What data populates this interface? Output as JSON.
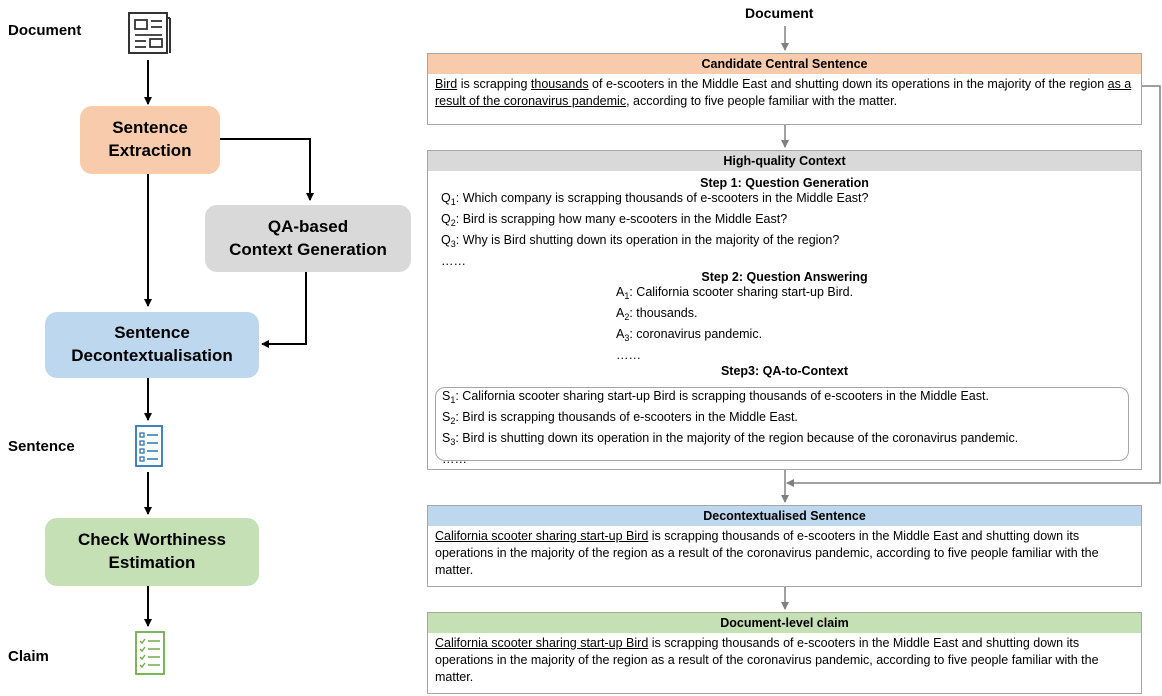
{
  "left_flow": {
    "document_label": "Document",
    "sentence_label": "Sentence",
    "claim_label": "Claim",
    "boxes": {
      "extraction": [
        "Sentence",
        "Extraction"
      ],
      "qa": [
        "QA-based",
        "Context Generation"
      ],
      "decontext": [
        "Sentence",
        "Decontextualisation"
      ],
      "check": [
        "Check Worthiness",
        "Estimation"
      ]
    },
    "colors": {
      "extraction": "#f8cbad",
      "qa": "#d9d9d9",
      "decontext": "#bdd7ee",
      "check": "#c5e0b4"
    }
  },
  "right_flow": {
    "document_label": "Document",
    "candidate": {
      "header": "Candidate Central Sentence",
      "t1": "Bird",
      "t2": " is scrapping ",
      "t3": "thousands",
      "t4": " of e-scooters in the Middle East and shutting down its operations in the majority of the region ",
      "t5": "as a result of the coronavirus pandemic",
      "t6": ", according to five people familiar with the matter."
    },
    "context": {
      "header": "High-quality Context",
      "step1_title": "Step 1: Question Generation",
      "questions": [
        {
          "prefix": "Q",
          "sub": "1",
          "text": ": Which company is scrapping thousands of e-scooters in the Middle East?"
        },
        {
          "prefix": "Q",
          "sub": "2",
          "text": ": Bird is scrapping how many e-scooters in the Middle East?"
        },
        {
          "prefix": "Q",
          "sub": "3",
          "text": ": Why is Bird shutting down its operation in the majority of the region?"
        }
      ],
      "q_ellipsis": "……",
      "step2_title": "Step 2: Question Answering",
      "answers": [
        {
          "prefix": "A",
          "sub": "1",
          "text": ": California scooter sharing start-up Bird."
        },
        {
          "prefix": "A",
          "sub": "2",
          "text": ": thousands."
        },
        {
          "prefix": "A",
          "sub": "3",
          "text": ": coronavirus pandemic."
        }
      ],
      "a_ellipsis": "……",
      "step3_title": "Step3: QA-to-Context",
      "statements": [
        {
          "prefix": "S",
          "sub": "1",
          "text": ": California scooter sharing start-up Bird is scrapping thousands of e-scooters in the Middle East."
        },
        {
          "prefix": "S",
          "sub": "2",
          "text": ": Bird is scrapping thousands of e-scooters in the Middle East."
        },
        {
          "prefix": "S",
          "sub": "3",
          "text": ": Bird is shutting down its operation in the majority of the region because of the coronavirus pandemic."
        }
      ],
      "s_ellipsis": "……"
    },
    "decontextualised": {
      "header": "Decontextualised Sentence",
      "underlined": "California scooter sharing start-up Bird",
      "rest": " is scrapping thousands of e-scooters in the Middle East and shutting down its operations in the majority of the region as a result of the coronavirus pandemic, according to five people familiar with the matter."
    },
    "claim": {
      "header": "Document-level claim",
      "underlined": "California scooter sharing start-up Bird",
      "rest": " is scrapping thousands of e-scooters in the Middle East and shutting down its operations in the majority of the region as a result of the coronavirus pandemic, according to five people familiar with the matter."
    }
  }
}
